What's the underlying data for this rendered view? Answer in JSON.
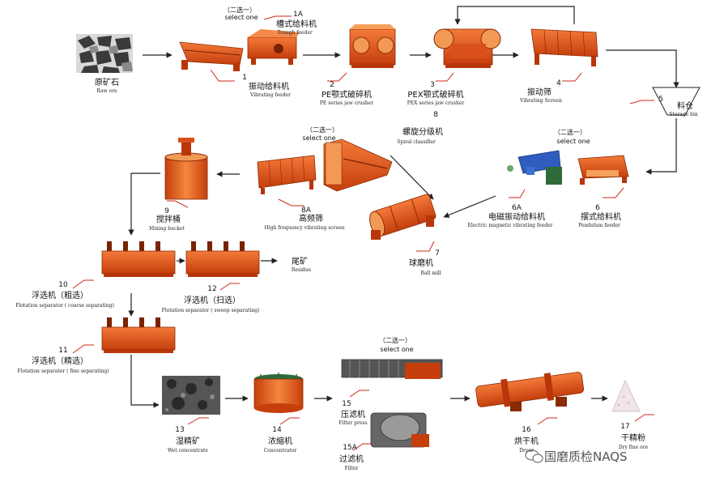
{
  "nodes": {
    "raw_ore": {
      "cn": "原矿石",
      "en": "Raw ore"
    },
    "n1a": {
      "num": "1A",
      "cn": "槽式给料机",
      "en": "Trough feeder"
    },
    "n1": {
      "num": "1",
      "cn": "振动给料机",
      "en": "Vibrating feeder"
    },
    "n2": {
      "num": "2",
      "cn": "PE颚式破碎机",
      "en": "PE series jaw crusher"
    },
    "n3": {
      "num": "3",
      "cn": "PEX颚式破碎机",
      "en": "PEX series jaw crusher"
    },
    "n4": {
      "num": "4",
      "cn": "振动筛",
      "en": "Vibrating Screen"
    },
    "n5": {
      "num": "5",
      "cn": "料仓",
      "en": "Storage bin"
    },
    "n6": {
      "num": "6",
      "cn": "摆式给料机",
      "en": "Pendulum feeder"
    },
    "n6a": {
      "num": "6A",
      "cn": "电磁振动给料机",
      "en": "Electric magnetic vibrating feeder"
    },
    "n7": {
      "num": "7",
      "cn": "球磨机",
      "en": "Ball mill"
    },
    "n8": {
      "num": "8"
    },
    "n8a": {
      "num": "8A",
      "cn": "高频筛",
      "en": "High frequency vibrating screen"
    },
    "spiral": {
      "cn": "螺旋分级机",
      "en": "Spiral classifier"
    },
    "n9": {
      "num": "9",
      "cn": "搅拌桶",
      "en": "Mixing bucket"
    },
    "n10": {
      "num": "10",
      "cn": "浮选机（粗选）",
      "en": "Flotation separator ( coarse separating)"
    },
    "n11": {
      "num": "11",
      "cn": "浮选机（精选）",
      "en": "Flotation separator ( fine separating)"
    },
    "n12": {
      "num": "12",
      "cn": "浮选机（扫选）",
      "en": "Flotation separator ( sweep separating)"
    },
    "residue": {
      "cn": "尾矿",
      "en": "Residue"
    },
    "n13": {
      "num": "13",
      "cn": "湿精矿",
      "en": "Wet concentrate"
    },
    "n14": {
      "num": "14",
      "cn": "浓缩机",
      "en": "Concentrator"
    },
    "n15": {
      "num": "15",
      "cn": "压滤机",
      "en": "Filter press"
    },
    "n15a": {
      "num": "15A",
      "cn": "过滤机",
      "en": "Filter"
    },
    "n16": {
      "num": "16",
      "cn": "烘干机",
      "en": "Dryer"
    },
    "n17": {
      "num": "17",
      "cn": "干精粉",
      "en": "Dry fine ore"
    }
  },
  "select_one": {
    "cn": "（二选一）",
    "en": "select one"
  },
  "watermark": "国磨质检NAQS",
  "colors": {
    "machine": "#e8531a",
    "machine_dark": "#b8360a",
    "arrow": "#222222",
    "accent_line": "#cc2a1a"
  }
}
